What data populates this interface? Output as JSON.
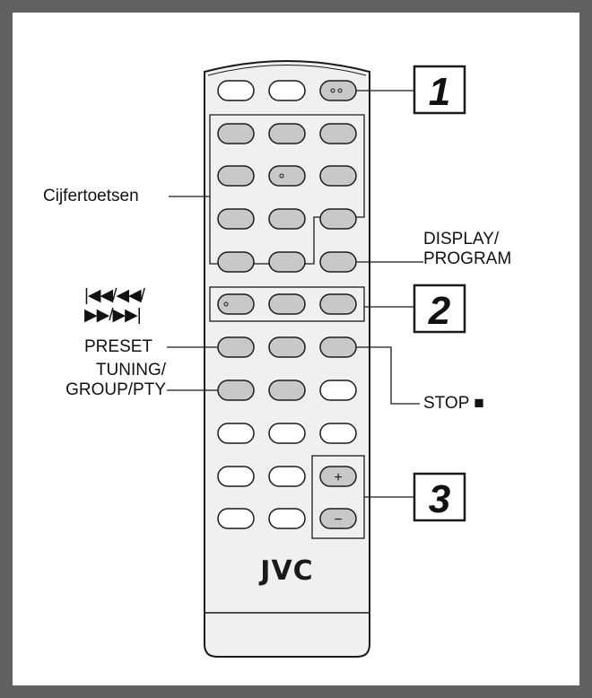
{
  "logo": "JVC",
  "callouts": [
    "1",
    "2",
    "3"
  ],
  "labels": {
    "cijfertoetsen": "Cijfertoetsen",
    "display_line1": "DISPLAY/",
    "display_line2": "PROGRAM",
    "skip_line1": "|◀◀/◀◀/",
    "skip_line2": "▶▶/▶▶|",
    "preset": "PRESET",
    "tuning_line1": "TUNING/",
    "tuning_line2": "GROUP/PTY",
    "stop": "STOP ■"
  },
  "volume": {
    "plus": "+",
    "minus": "−"
  },
  "colors": {
    "frame": "#606060",
    "remote_body": "#efefef",
    "highlighted_button": "#c8c8c8",
    "plain_button": "#ffffff",
    "outline": "#1a1a1a"
  }
}
